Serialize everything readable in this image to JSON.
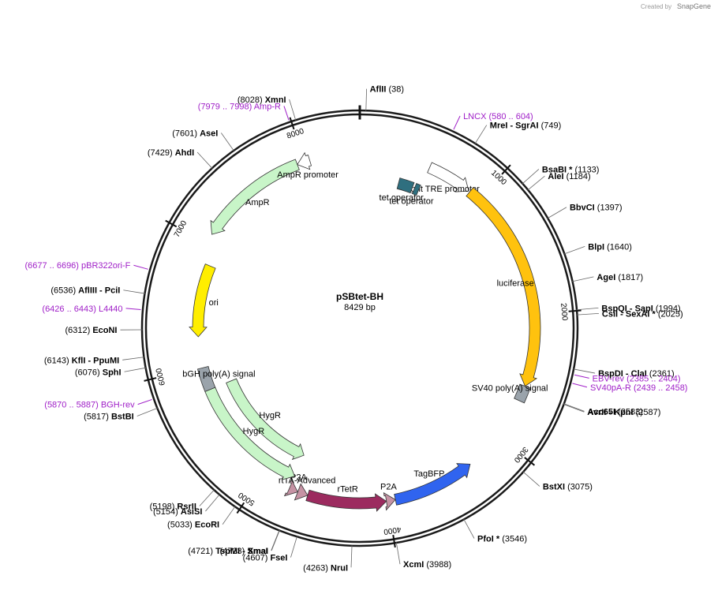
{
  "credit": {
    "prefix": "Created by",
    "brand": "SnapGene"
  },
  "plasmid": {
    "name": "pSBtet-BH",
    "length_label": "8429 bp",
    "length": 8429
  },
  "ticks": [
    {
      "pos": 1000,
      "label": "1000"
    },
    {
      "pos": 2000,
      "label": "2000"
    },
    {
      "pos": 3000,
      "label": "3000"
    },
    {
      "pos": 4000,
      "label": "4000"
    },
    {
      "pos": 5000,
      "label": "5000"
    },
    {
      "pos": 6000,
      "label": "6000"
    },
    {
      "pos": 7000,
      "label": "7000"
    },
    {
      "pos": 8000,
      "label": "8000"
    }
  ],
  "sites": [
    {
      "name": "AflII",
      "pos": 38,
      "label": "(38)"
    },
    {
      "name": "MreI - SgrAI",
      "pos": 749,
      "label": "(749)"
    },
    {
      "name": "BsaBI *",
      "pos": 1133,
      "label": "(1133)"
    },
    {
      "name": "AleI",
      "pos": 1184,
      "label": "(1184)"
    },
    {
      "name": "BbvCI",
      "pos": 1397,
      "label": "(1397)"
    },
    {
      "name": "BlpI",
      "pos": 1640,
      "label": "(1640)"
    },
    {
      "name": "AgeI",
      "pos": 1817,
      "label": "(1817)"
    },
    {
      "name": "BspQI - SapI",
      "pos": 1994,
      "label": "(1994)"
    },
    {
      "name": "CsiI - SexAI *",
      "pos": 2025,
      "label": "(2025)"
    },
    {
      "name": "BspDI - ClaI",
      "pos": 2361,
      "label": "(2361)"
    },
    {
      "name": "Acc65I",
      "pos": 2583,
      "label": "(2583)"
    },
    {
      "name": "AvrII - KpnI",
      "pos": 2587,
      "label": "(2587)"
    },
    {
      "name": "BstXI",
      "pos": 3075,
      "label": "(3075)"
    },
    {
      "name": "PfoI *",
      "pos": 3546,
      "label": "(3546)"
    },
    {
      "name": "XcmI",
      "pos": 3988,
      "label": "(3988)"
    },
    {
      "name": "NruI",
      "pos": 4263,
      "label": "(4263)"
    },
    {
      "name": "FseI",
      "pos": 4607,
      "label": "(4607)"
    },
    {
      "name": "TspMI - XmaI",
      "pos": 4721,
      "label": "(4721)"
    },
    {
      "name": "SmaI",
      "pos": 4723,
      "label": "(4723)"
    },
    {
      "name": "EcoRI",
      "pos": 5033,
      "label": "(5033)"
    },
    {
      "name": "AsiSI",
      "pos": 5154,
      "label": "(5154)"
    },
    {
      "name": "RsrII",
      "pos": 5198,
      "label": "(5198)"
    },
    {
      "name": "BstBI",
      "pos": 5817,
      "label": "(5817)"
    },
    {
      "name": "SphI",
      "pos": 6076,
      "label": "(6076)"
    },
    {
      "name": "KflI - PpuMI",
      "pos": 6143,
      "label": "(6143)"
    },
    {
      "name": "EcoNI",
      "pos": 6312,
      "label": "(6312)"
    },
    {
      "name": "AflIII - PciI",
      "pos": 6536,
      "label": "(6536)"
    },
    {
      "name": "AhdI",
      "pos": 7429,
      "label": "(7429)"
    },
    {
      "name": "AseI",
      "pos": 7601,
      "label": "(7601)"
    },
    {
      "name": "XmnI",
      "pos": 8028,
      "label": "(8028)"
    }
  ],
  "primers": [
    {
      "name": "LNCX",
      "range": "(580 .. 604)",
      "pos": 592
    },
    {
      "name": "EBV-rev",
      "range": "(2385 .. 2404)",
      "pos": 2395
    },
    {
      "name": "SV40pA-R",
      "range": "(2439 .. 2458)",
      "pos": 2448
    },
    {
      "name": "BGH-rev",
      "range": "(5870 .. 5887)",
      "pos": 5878
    },
    {
      "name": "L4440",
      "range": "(6426 .. 6443)",
      "pos": 6435
    },
    {
      "name": "pBR322ori-F",
      "range": "(6677 .. 6696)",
      "pos": 6686
    },
    {
      "name": "Amp-R",
      "range": "(7979 .. 7998)",
      "pos": 7988
    }
  ],
  "features": [
    {
      "name": "tight TRE promoter",
      "start": 550,
      "end": 900,
      "dir": 1,
      "color": "#ffffff"
    },
    {
      "name": "luciferase",
      "start": 910,
      "end": 2560,
      "dir": 1,
      "color": "#ffc20e"
    },
    {
      "name": "SV40 poly(A) signal",
      "start": 2560,
      "end": 2680,
      "dir": 0,
      "color": "#9aa3ab"
    },
    {
      "name": "TagBFP",
      "start": 3300,
      "end": 3940,
      "dir": -1,
      "color": "#3064ef"
    },
    {
      "name": "P2A",
      "start": 3940,
      "end": 4010,
      "dir": -1,
      "color": "#c693a4"
    },
    {
      "name": "rTetR",
      "start": 4010,
      "end": 4620,
      "dir": -1,
      "color": "#9c2b5f"
    },
    {
      "name": "rtTA-Advanced",
      "start": 4620,
      "end": 4700,
      "dir": -1,
      "color": "#c693a4"
    },
    {
      "name": "P2A",
      "start": 4700,
      "end": 4770,
      "dir": -1,
      "color": "#c693a4"
    },
    {
      "name": "HygR",
      "start": 4770,
      "end": 5800,
      "dir": -1,
      "color": "#c8f5c8"
    },
    {
      "name": "HygR",
      "start": 4770,
      "end": 5800,
      "dir": -1,
      "color": "#c8f5c8"
    },
    {
      "name": "bGH poly(A) signal",
      "start": 5800,
      "end": 5990,
      "dir": 0,
      "color": "#9aa3ab"
    },
    {
      "name": "ori",
      "start": 6250,
      "end": 6850,
      "dir": -1,
      "color": "#ffee00"
    },
    {
      "name": "AmpR",
      "start": 7080,
      "end": 7940,
      "dir": -1,
      "color": "#c8f5c8"
    },
    {
      "name": "AmpR promoter",
      "start": 7940,
      "end": 8040,
      "dir": -1,
      "color": "#ffffff"
    },
    {
      "name": "tet operator",
      "start": 350,
      "end": 480,
      "dir": 0,
      "color": "#2f6f7f"
    },
    {
      "name": "tet operator",
      "start": 500,
      "end": 540,
      "dir": 0,
      "color": "#2f6f7f"
    }
  ]
}
